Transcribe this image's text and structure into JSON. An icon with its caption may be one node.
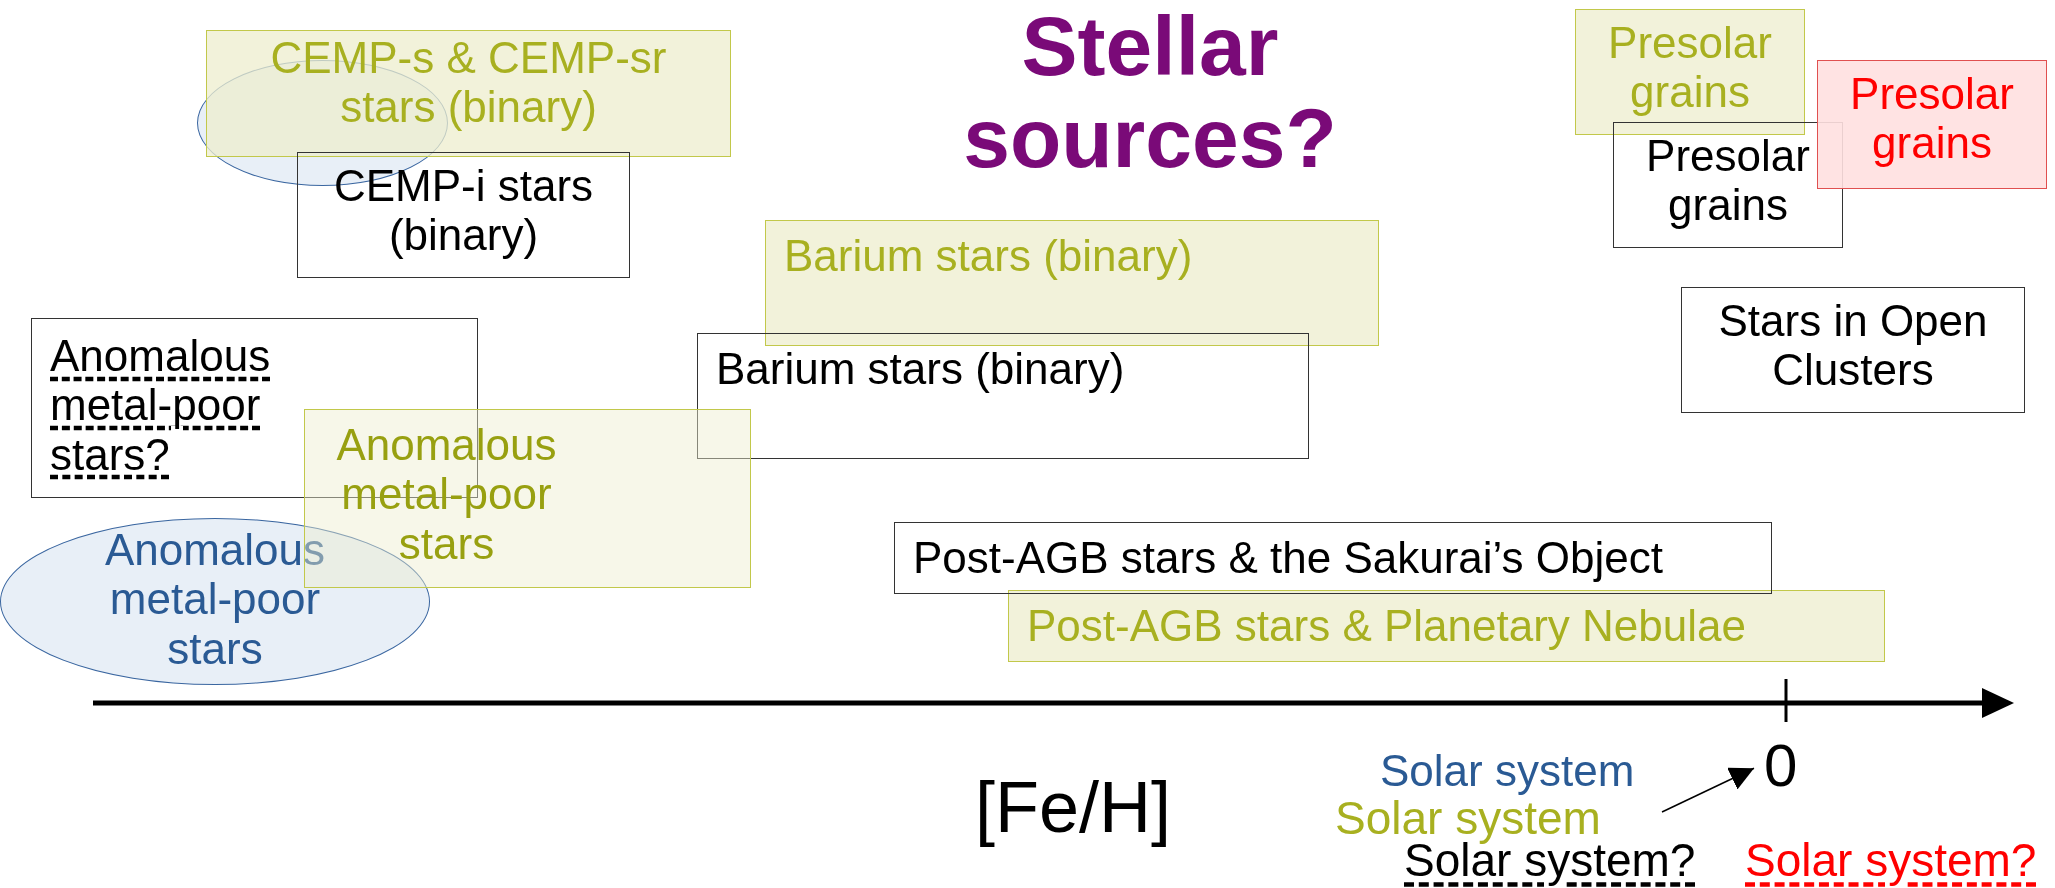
{
  "diagram": {
    "title": "Stellar sources?",
    "nodes": [
      {
        "text": [
          "CEMP-s & CEMP-sr stars (binary)"
        ]
      },
      {
        "text": [],
        "shape": "ellipse"
      },
      {
        "text": [
          "CEMP-i stars (binary)"
        ]
      },
      {
        "text": [
          "Barium stars (binary)"
        ]
      },
      {
        "text": [
          "Barium stars (binary)"
        ]
      },
      {
        "text": [
          "Anomalous metal-poor stars?"
        ]
      },
      {
        "text": [
          "Anomalous metal-poor stars"
        ]
      },
      {
        "text": [
          "Anomalous metal-poor stars"
        ]
      },
      {
        "text": [
          "Post-AGB stars & the Sakurai’s Object"
        ]
      },
      {
        "text": [
          "Post-AGB stars & Planetary Nebulae"
        ]
      },
      {
        "text": [
          "Presolar grains"
        ]
      },
      {
        "text": [
          "Presolar grains"
        ]
      },
      {
        "text": [
          "Presolar grains"
        ]
      },
      {
        "text": [
          "Stars in Open Clusters"
        ]
      },
      {
        "text": [
          "Solar system"
        ]
      },
      {
        "text": [
          "0"
        ]
      }
    ],
    "edges": [
      {
        "from": 14,
        "to": 15,
        "arrow": "to"
      }
    ],
    "labels": [
      "[Fe/H]",
      "Solar system",
      "Solar system?",
      "Solar system?"
    ]
  }
}
